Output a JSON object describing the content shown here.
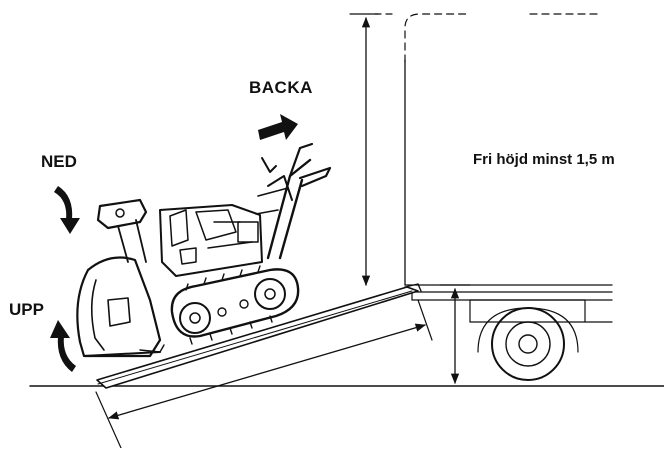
{
  "labels": {
    "backa": "BACKA",
    "ned": "NED",
    "upp": "UPP",
    "clearance": "Fri höjd minst 1,5 m"
  },
  "colors": {
    "ink": "#111111",
    "background": "#ffffff"
  },
  "icons": [
    "arrow-right-icon",
    "curved-arrow-down-icon",
    "curved-arrow-up-icon",
    "snowblower-illustration",
    "truck-illustration"
  ]
}
